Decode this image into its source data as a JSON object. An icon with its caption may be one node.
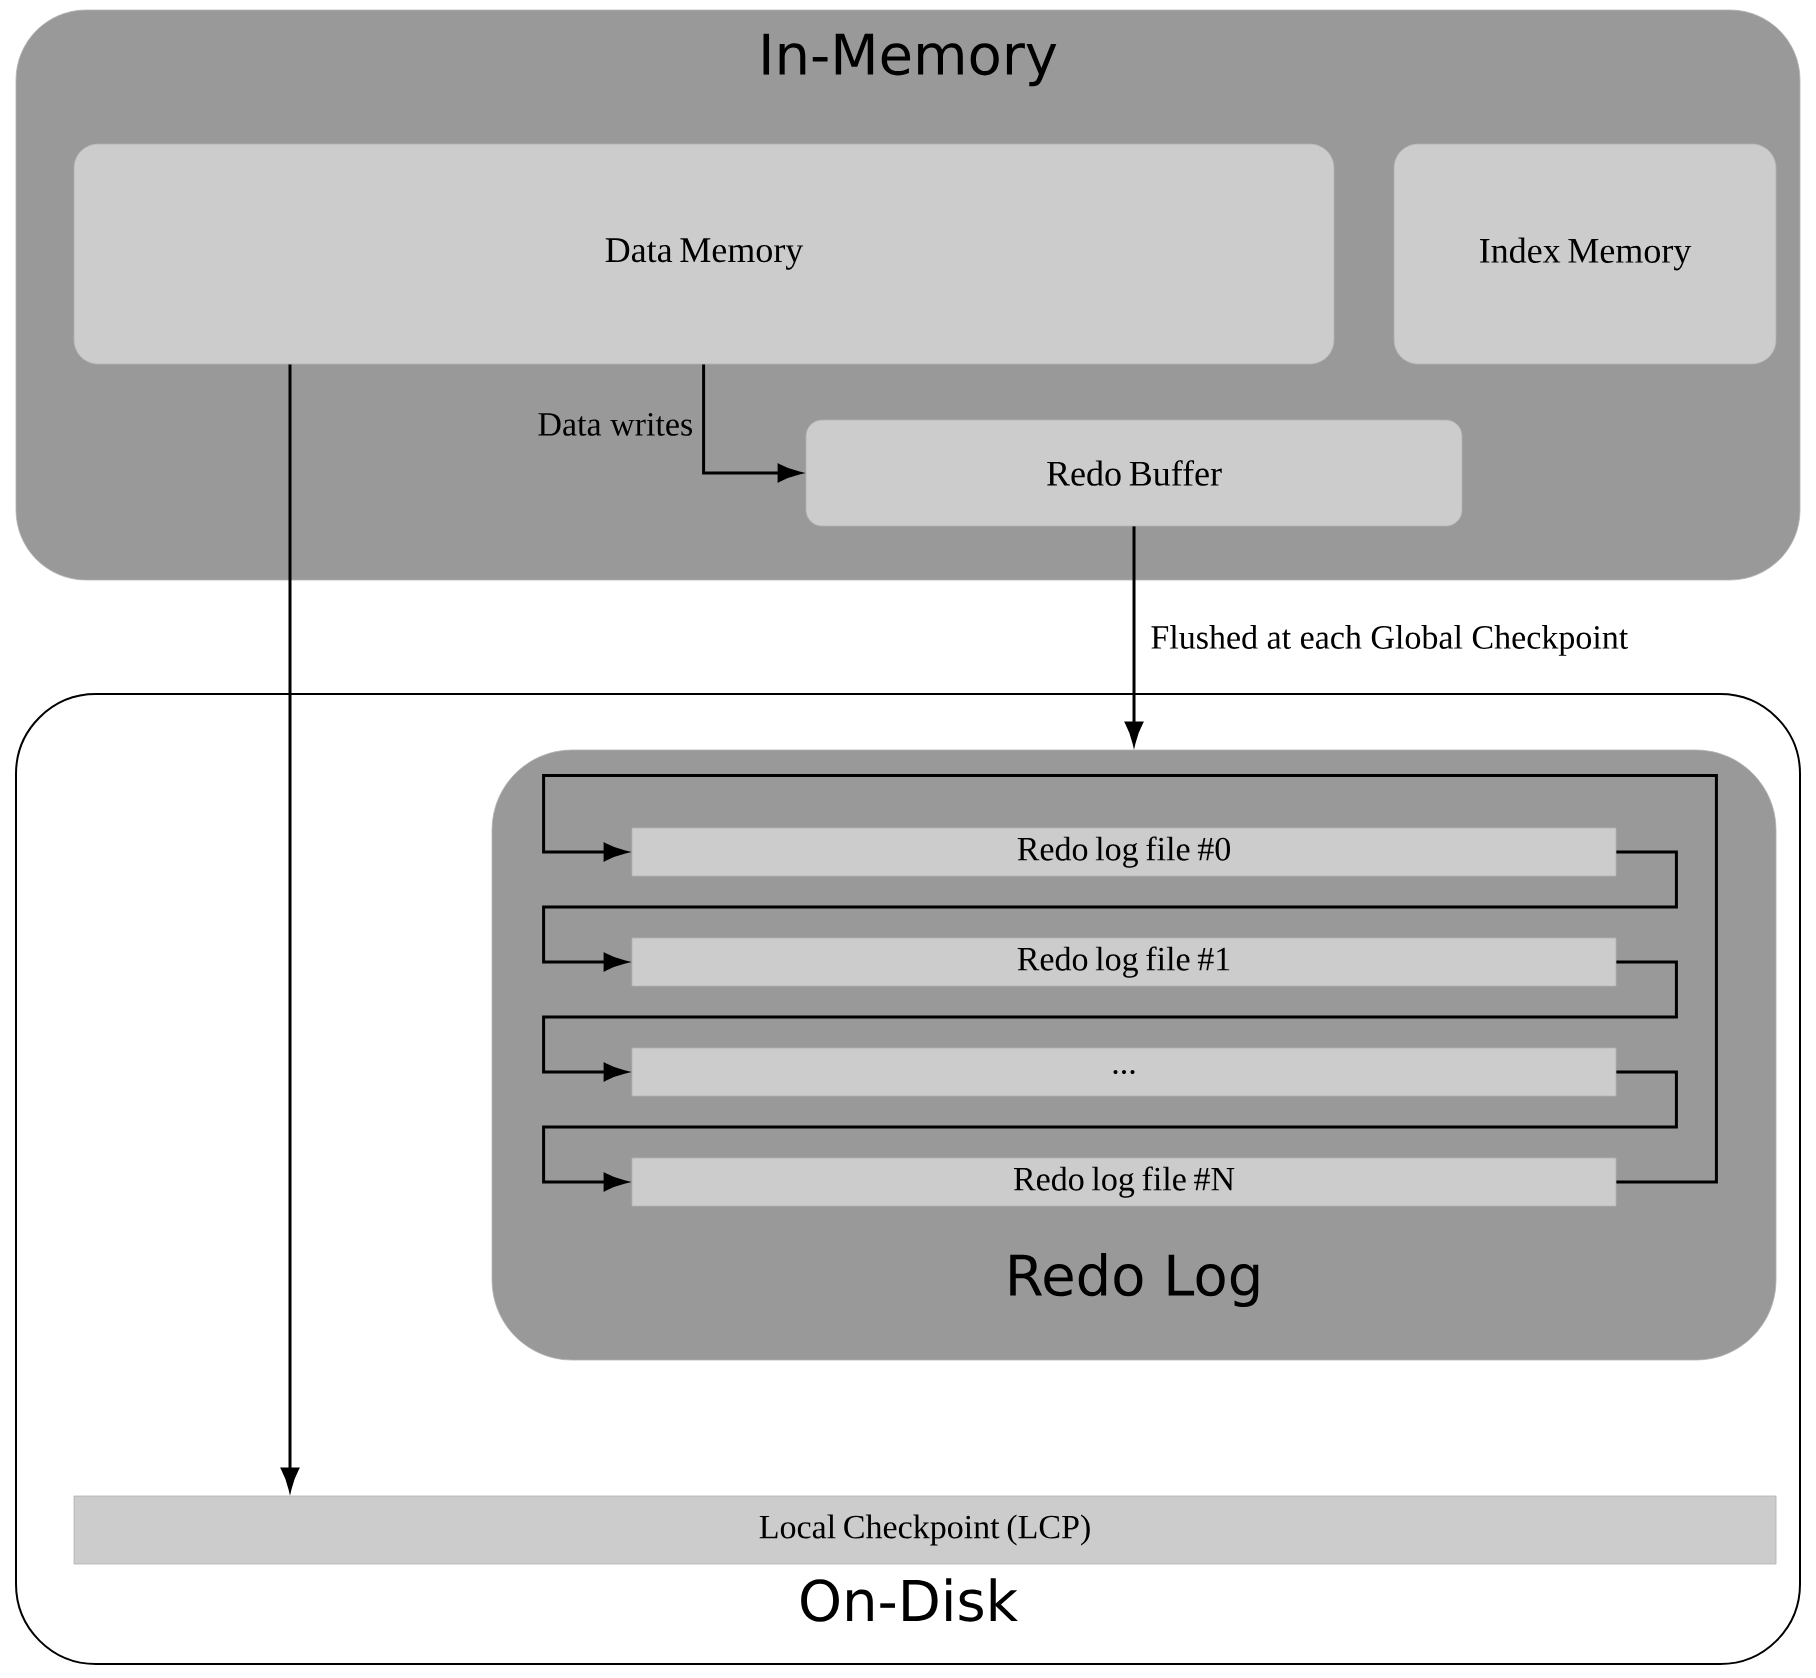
{
  "diagram": {
    "nodes": [
      {
        "text": [
          "In-Memory"
        ]
      },
      {
        "text": [
          "Data Memory"
        ],
        "in": 0
      },
      {
        "text": [
          "Index Memory"
        ],
        "in": 0
      },
      {
        "text": [
          "Redo Buffer"
        ],
        "in": 0
      },
      {
        "text": [
          "On-Disk"
        ]
      },
      {
        "text": [
          "Redo Log"
        ],
        "in": 4
      },
      {
        "text": [
          "Redo log file #0"
        ],
        "in": 5
      },
      {
        "text": [
          "Redo log file #1"
        ],
        "in": 5
      },
      {
        "text": [
          "..."
        ],
        "in": 5
      },
      {
        "text": [
          "Redo log file #N"
        ],
        "in": 5
      },
      {
        "text": [
          "Local Checkpoint (LCP)"
        ],
        "in": 4
      }
    ],
    "edges": [
      {
        "from": 1,
        "to": 3,
        "arrow": "to",
        "label": "Data writes"
      },
      {
        "from": 3,
        "to": 5,
        "arrow": "to",
        "label": "Flushed at each Global Checkpoint"
      },
      {
        "from": 1,
        "to": 10,
        "arrow": "to"
      },
      {
        "from": 6,
        "to": 7,
        "arrow": "to"
      },
      {
        "from": 7,
        "to": 8,
        "arrow": "to"
      },
      {
        "from": 8,
        "to": 9,
        "arrow": "to"
      },
      {
        "from": 9,
        "to": 6,
        "arrow": "to"
      }
    ]
  }
}
